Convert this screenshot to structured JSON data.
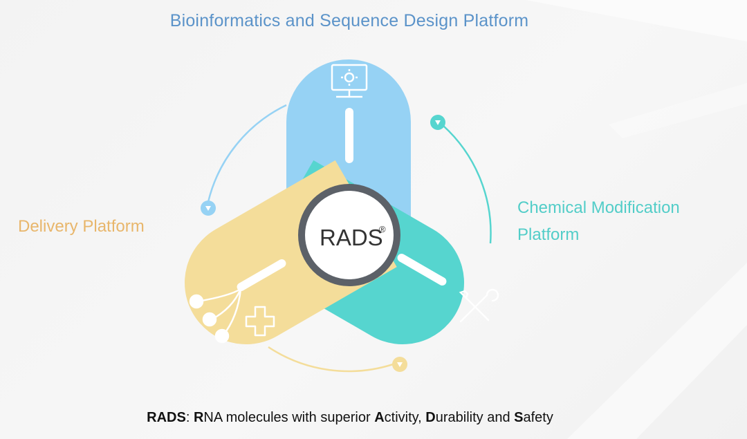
{
  "platforms": {
    "top": "Bioinformatics and Sequence Design Platform",
    "left": "Delivery Platform",
    "right_line1": "Chemical Modification",
    "right_line2": "Platform"
  },
  "center": {
    "label": "RADS",
    "mark": "®"
  },
  "caption": {
    "term": "RADS",
    "colon": ": ",
    "w1_initial": "R",
    "w1_rest": "NA molecules with superior ",
    "w2_initial": "A",
    "w2_rest": "ctivity, ",
    "w3_initial": "D",
    "w3_rest": "urability and ",
    "w4_initial": "S",
    "w4_rest": "afety"
  },
  "icons": {
    "top": "computer-gear-icon",
    "right": "wrench-screwdriver-icon",
    "left_molecule": "molecule-icon",
    "left_cross": "medical-cross-icon"
  },
  "colors": {
    "blue": "#96d2f4",
    "blue_text": "#5b93c9",
    "teal": "#56d5cf",
    "teal_text": "#52cdc8",
    "yellow": "#f4dd9a",
    "yellow_text": "#e8b66b"
  }
}
